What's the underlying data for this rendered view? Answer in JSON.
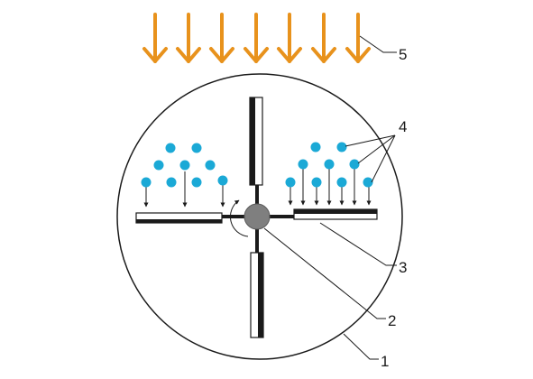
{
  "labels": {
    "housing": "1",
    "hub": "2",
    "vane": "3",
    "particles": "4",
    "incoming_flow": "5"
  },
  "colors": {
    "incoming_arrow": "#E8921C",
    "particle": "#1BA9D6",
    "hub": "#7F7F7F",
    "line": "#1a1a1a",
    "vane_face": "#ffffff"
  },
  "icons": {
    "incoming_arrow": "down-arrow-icon",
    "rotation": "curved-arrow-icon",
    "particle": "circle-icon"
  }
}
